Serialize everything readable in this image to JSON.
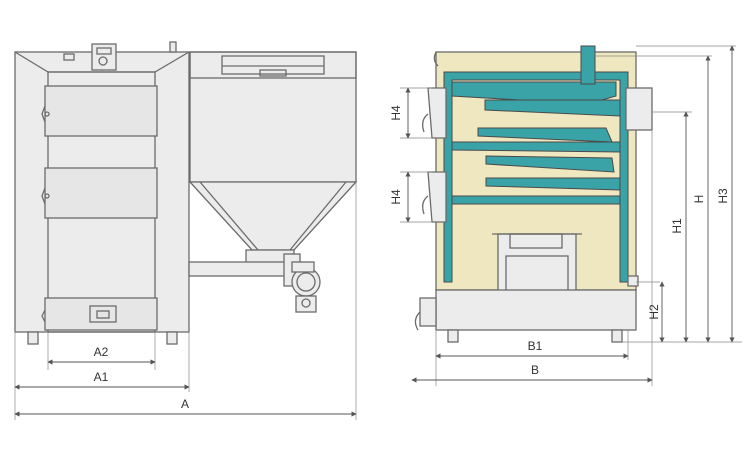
{
  "colors": {
    "insulation": "#efe7bf",
    "water_jacket": "#3aa3a8",
    "metal": "#ececec",
    "outline": "#6b6b6b"
  },
  "front_view": {
    "dim_a2": "A2",
    "dim_a1": "A1",
    "dim_a": "A"
  },
  "side_view": {
    "dim_h4_top": "H4",
    "dim_h4_bottom": "H4",
    "dim_b1": "B1",
    "dim_b": "B",
    "dim_h1": "H1",
    "dim_h": "H",
    "dim_h3": "H3",
    "dim_h2": "H2"
  }
}
